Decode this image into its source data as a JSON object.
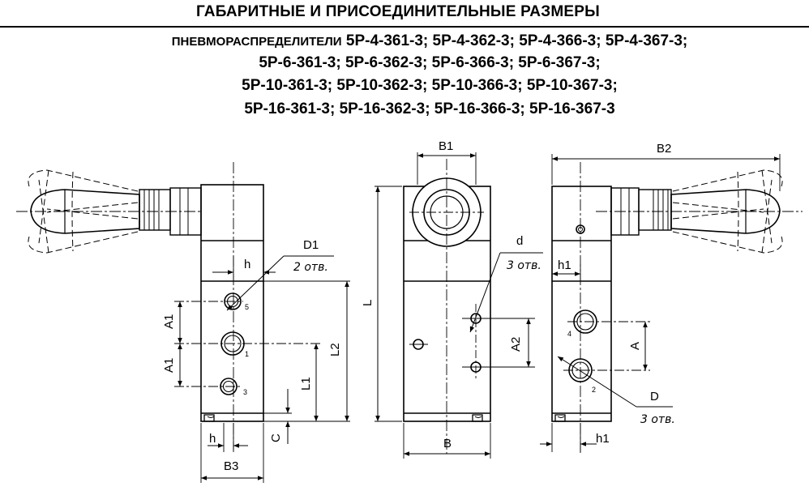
{
  "header": {
    "title": "ГАБАРИТНЫЕ И ПРИСОЕДИНИТЕЛЬНЫЕ РАЗМЕРЫ",
    "line0_prefix": "ПНЕВМОРАСПРЕДЕЛИТЕЛИ",
    "line0": "5Р-4-361-3; 5Р-4-362-3; 5Р-4-366-3; 5Р-4-367-3;",
    "line1": "5Р-6-361-3; 5Р-6-362-3; 5Р-6-366-3; 5Р-6-367-3;",
    "line2": "5Р-10-361-3; 5Р-10-362-3; 5Р-10-366-3; 5Р-10-367-3;",
    "line3": "5Р-16-361-3; 5Р-16-362-3; 5Р-16-366-3; 5Р-16-367-3"
  },
  "left_view": {
    "dim_D1": "D1",
    "note_D1": "2 отв.",
    "dim_h_top": "h",
    "dim_A1_top": "A1",
    "dim_A1_bottom": "A1",
    "dim_L2": "L2",
    "dim_L1": "L1",
    "dim_C": "C",
    "dim_h_bottom": "h",
    "dim_B3": "B3",
    "port_5": "5",
    "port_1": "1",
    "port_3": "3"
  },
  "center_view": {
    "dim_B1": "B1",
    "dim_L": "L",
    "dim_d": "d",
    "note_d": "3 отв.",
    "dim_A2": "A2",
    "dim_B": "B"
  },
  "right_view": {
    "dim_B2": "B2",
    "dim_h1_top": "h1",
    "dim_A": "A",
    "dim_D": "D",
    "note_D": "3 отв.",
    "dim_h1_bottom": "h1",
    "port_4": "4",
    "port_2": "2"
  }
}
